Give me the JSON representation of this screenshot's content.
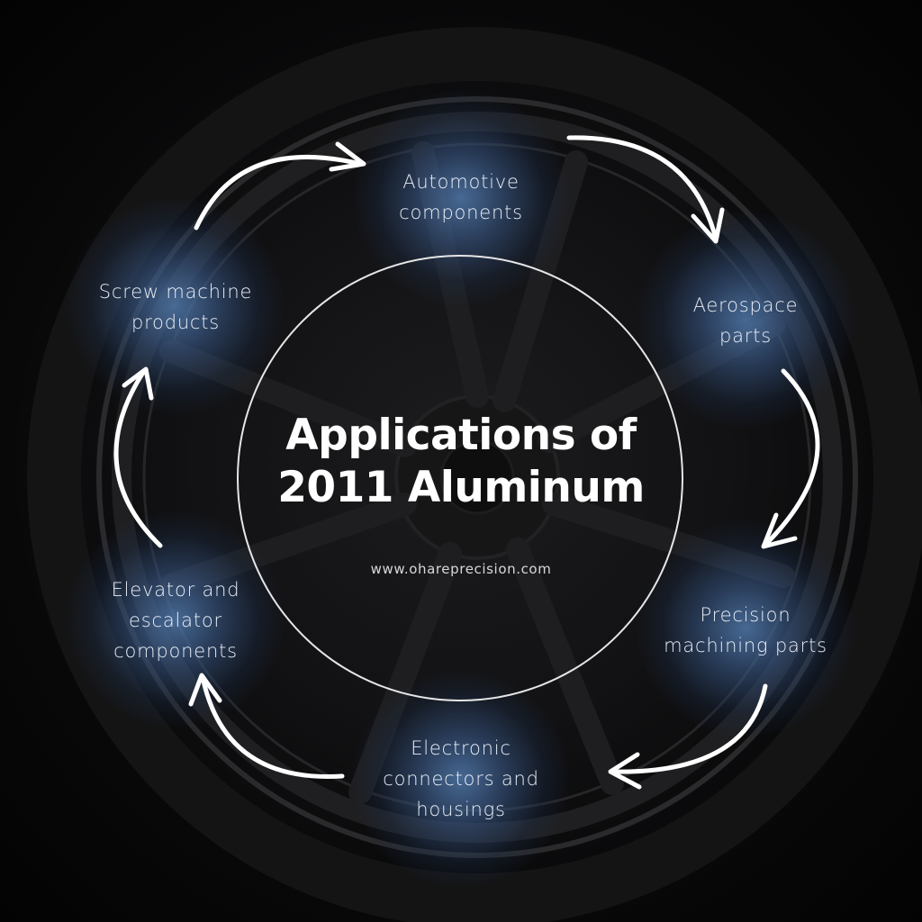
{
  "title": {
    "line1": "Applications of",
    "line2": "2011 Aluminum"
  },
  "website": "www.ohareprecision.com",
  "colors": {
    "background": "#0a0a0b",
    "glow": "#5078aa",
    "text": "#ffffff",
    "circle": "#e6e6e6",
    "arrow": "#ffffff"
  },
  "nodes": [
    {
      "id": "automotive",
      "line1": "Automotive",
      "line2": "components",
      "line3": ""
    },
    {
      "id": "aerospace",
      "line1": "Aerospace",
      "line2": "parts",
      "line3": ""
    },
    {
      "id": "precision",
      "line1": "Precision",
      "line2": "machining parts",
      "line3": ""
    },
    {
      "id": "electronic",
      "line1": "Electronic",
      "line2": "connectors and",
      "line3": "housings"
    },
    {
      "id": "elevator",
      "line1": "Elevator and",
      "line2": "escalator",
      "line3": "components"
    },
    {
      "id": "screw",
      "line1": "Screw machine",
      "line2": "products",
      "line3": ""
    }
  ],
  "cycle_direction": "clockwise"
}
